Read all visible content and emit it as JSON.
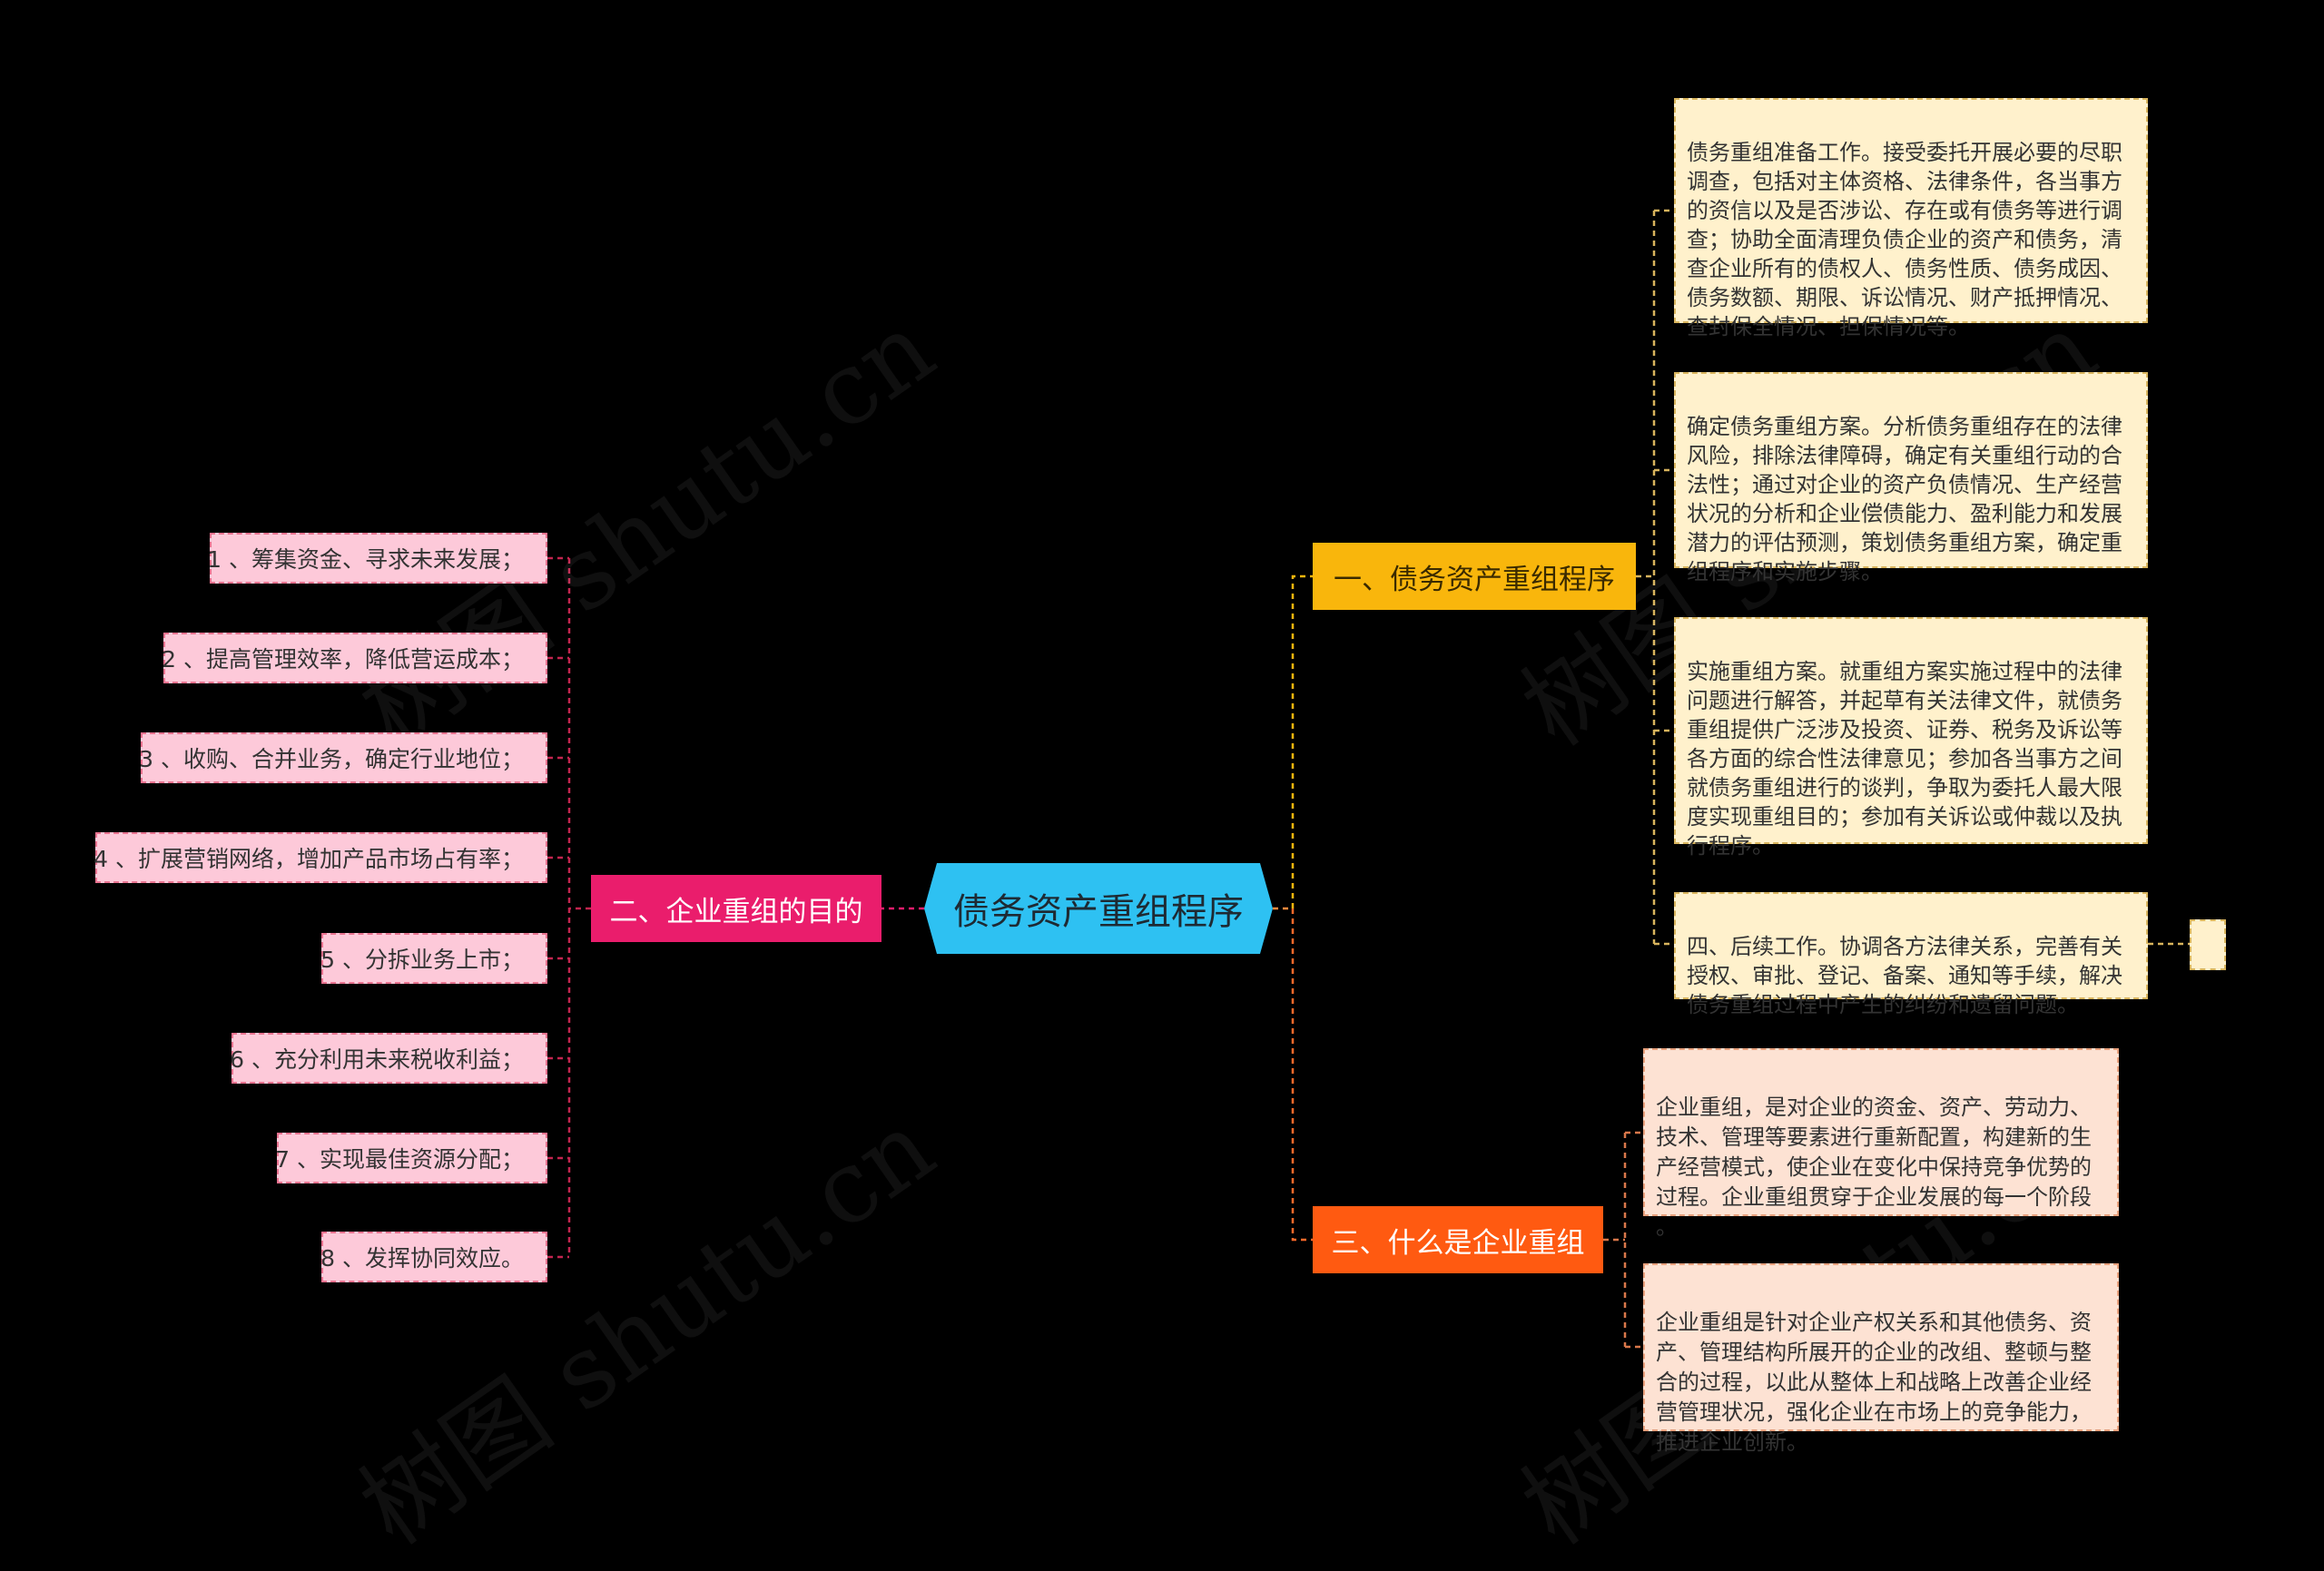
{
  "root": {
    "label": "债务资产重组程序"
  },
  "branches": {
    "goal": {
      "label": "二、企业重组的目的",
      "items": [
        "1 、筹集资金、寻求未来发展；",
        "2 、提高管理效率，降低营运成本；",
        "3 、收购、合并业务，确定行业地位；",
        "4 、扩展营销网络，增加产品市场占有率；",
        "5 、分拆业务上市；",
        "6 、充分利用未来税收利益；",
        "7 、实现最佳资源分配；",
        "8 、发挥协同效应。"
      ]
    },
    "procedure": {
      "label": "一、债务资产重组程序",
      "items": [
        "债务重组准备工作。接受委托开展必要的尽职\n调查，包括对主体资格、法律条件，各当事方\n的资信以及是否涉讼、存在或有债务等进行调\n查；协助全面清理负债企业的资产和债务，清\n查企业所有的债权人、债务性质、债务成因、\n债务数额、期限、诉讼情况、财产抵押情况、\n查封保全情况、担保情况等。",
        "确定债务重组方案。分析债务重组存在的法律\n风险，排除法律障碍，确定有关重组行动的合\n法性；通过对企业的资产负债情况、生产经营\n状况的分析和企业偿债能力、盈利能力和发展\n潜力的评估预测，策划债务重组方案，确定重\n组程序和实施步骤。",
        "实施重组方案。就重组方案实施过程中的法律\n问题进行解答，并起草有关法律文件，就债务\n重组提供广泛涉及投资、证券、税务及诉讼等\n各方面的综合性法律意见；参加各当事方之间\n就债务重组进行的谈判，争取为委托人最大限\n度实现重组目的；参加有关诉讼或仲裁以及执\n行程序。",
        "四、后续工作。协调各方法律关系，完善有关\n授权、审批、登记、备案、通知等手续，解决\n债务重组过程中产生的纠纷和遗留问题。"
      ]
    },
    "what": {
      "label": "三、什么是企业重组",
      "items": [
        "企业重组，是对企业的资金、资产、劳动力、\n技术、管理等要素进行重新配置，构建新的生\n产经营模式，使企业在变化中保持竞争优势的\n过程。企业重组贯穿于企业发展的每一个阶段\n。",
        "企业重组是针对企业产权关系和其他债务、资\n产、管理结构所展开的企业的改组、整顿与整\n合的过程，以此从整体上和战略上改善企业经\n营管理状况，强化企业在市场上的竞争能力，\n推进企业创新。"
      ]
    }
  },
  "colors": {
    "background": "#000000",
    "root": "#2ec1f2",
    "goal_branch": "#ea1d6c",
    "procedure_branch": "#f9b60c",
    "what_branch": "#ff5a11",
    "goal_leaf": "#fdc9d9",
    "procedure_leaf": "#fff1cc",
    "what_leaf": "#fde2d3"
  },
  "watermark": "树图 shutu.cn"
}
